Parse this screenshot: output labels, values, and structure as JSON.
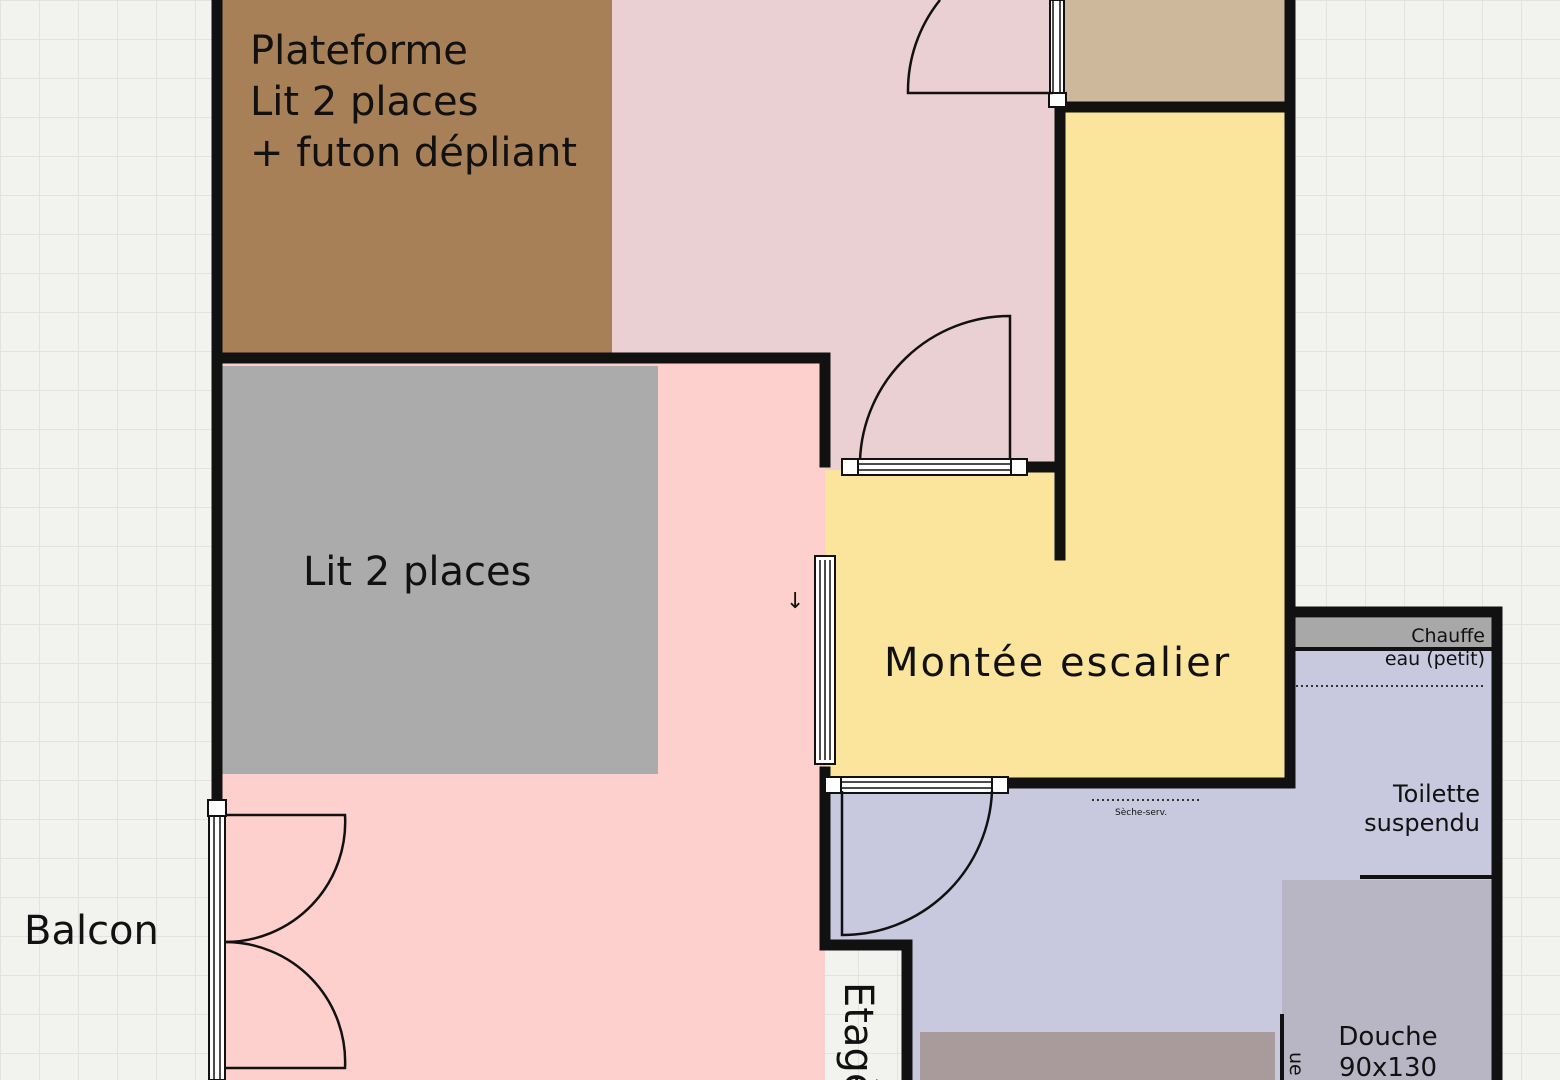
{
  "plan": {
    "colors": {
      "grid_background": "#f2f2ef",
      "bedroom_top": "#ead0d2",
      "platform_bed": "#a88058",
      "closet": "#cdb89c",
      "bedroom_main": "#fdd0cd",
      "bed": "#ababab",
      "stairs": "#fbe59d",
      "bathroom": "#c8c9de",
      "shower": "#b8b6c4",
      "furniture": "#a99b9b",
      "water_heater": "#a8a8a8"
    },
    "rooms": {
      "platform_bed": {
        "line1": "Plateforme",
        "line2": "Lit 2 places",
        "line3": "+ futon dépliant"
      },
      "bed": {
        "label": "Lit 2 places"
      },
      "stairs": {
        "label": "Montée escalier"
      },
      "balcony": {
        "label": "Balcon"
      },
      "water_heater": {
        "line1": "Chauffe",
        "line2": "eau (petit)"
      },
      "toilet": {
        "line1": "Toilette",
        "line2": "suspendu"
      },
      "dryer": {
        "label": "Sèche-serv."
      },
      "shower": {
        "line1": "Douche",
        "line2": "90x130"
      },
      "shelf": {
        "label": "Etagè"
      },
      "partial_label": {
        "label": "ue"
      },
      "arrow": {
        "symbol": "↓"
      }
    }
  }
}
